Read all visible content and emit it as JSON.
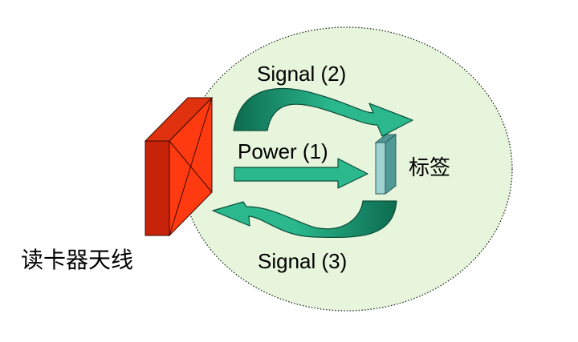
{
  "labels": {
    "signal_2": "Signal (2)",
    "power_1": "Power (1)",
    "signal_3": "Signal (3)",
    "tag": "标签",
    "reader_antenna": "读卡器天线"
  },
  "colors": {
    "field_fill": "#e6f5dc",
    "field_border": "#1e2a1e",
    "arrow_fill": "#2ab88c",
    "arrow_dark": "#0d6b4f",
    "arrow_stroke": "#0c4d3a",
    "antenna_front": "#ff3a10",
    "antenna_side": "#c7230a",
    "antenna_top": "#e0320e",
    "tag_front": "#9fd3d0",
    "tag_side": "#4f9a96"
  }
}
